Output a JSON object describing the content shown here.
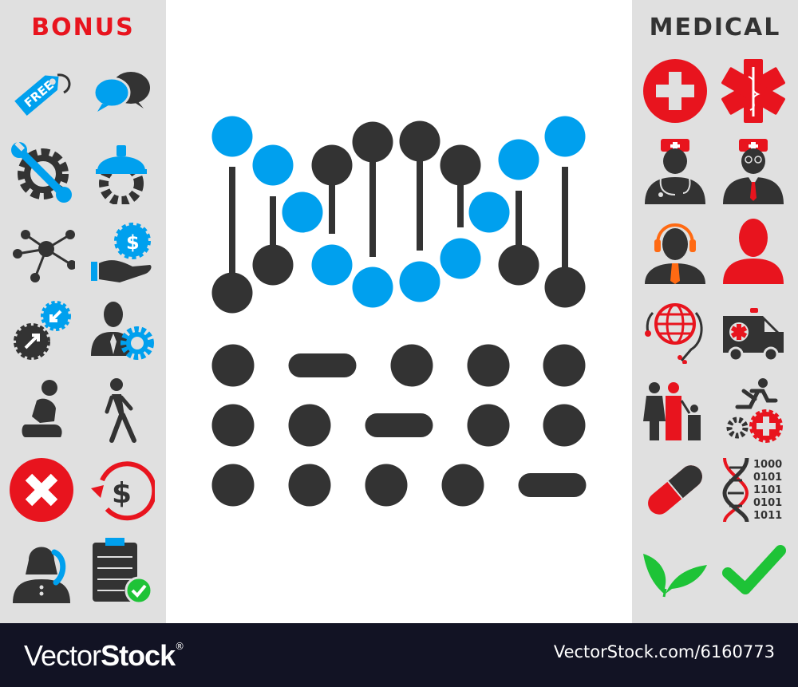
{
  "colors": {
    "blue": "#00a0ee",
    "dark": "#333333",
    "red": "#e8141e",
    "green": "#1ec337",
    "orange": "#ff6a13",
    "panel": "#e0e0e0",
    "footer": "#121324"
  },
  "left_panel": {
    "title": "BONUS",
    "icons": [
      "free-tag-icon",
      "chat-bubbles-icon",
      "wrench-gear-icon",
      "helmet-gear-icon",
      "network-nodes-icon",
      "hand-dollar-gear-icon",
      "gears-exchange-icon",
      "manager-gear-icon",
      "praying-person-icon",
      "walking-person-icon",
      "close-circle-icon",
      "refund-dollar-icon",
      "operator-woman-phone-icon",
      "clipboard-check-icon"
    ],
    "free_tag_text": "FREE"
  },
  "right_panel": {
    "title": "MEDICAL",
    "icons": [
      "medical-cross-circle-icon",
      "star-of-life-icon",
      "doctor-stethoscope-icon",
      "doctor-glasses-icon",
      "support-operator-headset-icon",
      "user-silhouette-icon",
      "global-medicine-icon",
      "ambulance-icon",
      "family-icon",
      "emergency-run-gears-icon",
      "pill-capsule-icon",
      "genome-binary-icon",
      "organic-leaves-icon",
      "checkmark-icon"
    ],
    "binary_lines": [
      "1000",
      "0101",
      "1101",
      "0101",
      "1011"
    ]
  },
  "main_icon": {
    "name": "genetic code",
    "code_rows": [
      [
        "dot",
        "dash",
        "dot",
        "dot",
        "dot"
      ],
      [
        "dot",
        "dot",
        "dash",
        "dot",
        "dot"
      ],
      [
        "dot",
        "dot",
        "dot",
        "dot",
        "dash"
      ]
    ]
  },
  "footer": {
    "logo_light": "Vector",
    "logo_bold": "Stock",
    "logo_mark": "®",
    "image_id": "VectorStock.com/6160773"
  }
}
